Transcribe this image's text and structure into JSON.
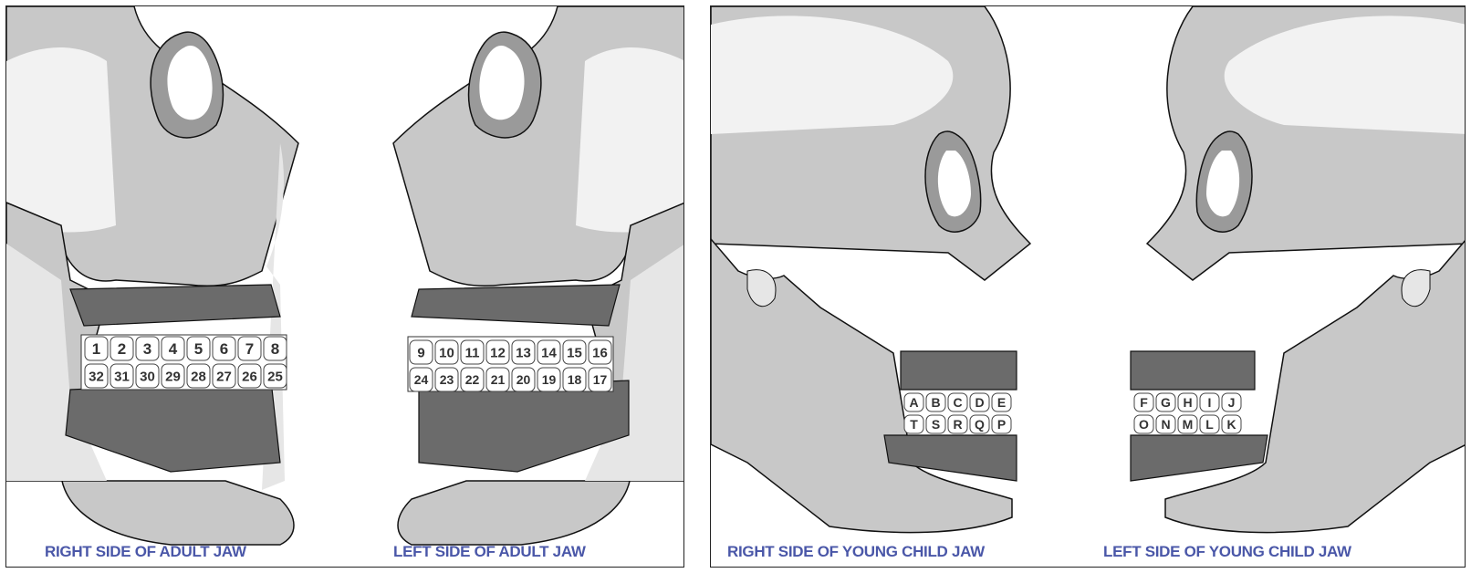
{
  "panels": [
    {
      "id": "adult",
      "captions": {
        "right": "RIGHT SIDE OF ADULT JAW",
        "left": "LEFT SIDE OF ADULT JAW"
      },
      "right_side": {
        "upper": [
          "1",
          "2",
          "3",
          "4",
          "5",
          "6",
          "7",
          "8"
        ],
        "lower": [
          "32",
          "31",
          "30",
          "29",
          "28",
          "27",
          "26",
          "25"
        ]
      },
      "left_side": {
        "upper": [
          "9",
          "10",
          "11",
          "12",
          "13",
          "14",
          "15",
          "16"
        ],
        "lower": [
          "24",
          "23",
          "22",
          "21",
          "20",
          "19",
          "18",
          "17"
        ]
      }
    },
    {
      "id": "child",
      "captions": {
        "right": "RIGHT SIDE OF YOUNG CHILD JAW",
        "left": "LEFT SIDE OF YOUNG CHILD JAW"
      },
      "right_side": {
        "upper": [
          "A",
          "B",
          "C",
          "D",
          "E"
        ],
        "lower": [
          "T",
          "S",
          "R",
          "Q",
          "P"
        ]
      },
      "left_side": {
        "upper": [
          "F",
          "G",
          "H",
          "I",
          "J"
        ],
        "lower": [
          "O",
          "N",
          "M",
          "L",
          "K"
        ]
      }
    }
  ],
  "colors": {
    "bone_light": "#f2f2f2",
    "bone_mid": "#c8c8c8",
    "bone_dark": "#9a9a9a",
    "gum": "#6b6b6b",
    "caption": "#4a57a8"
  }
}
